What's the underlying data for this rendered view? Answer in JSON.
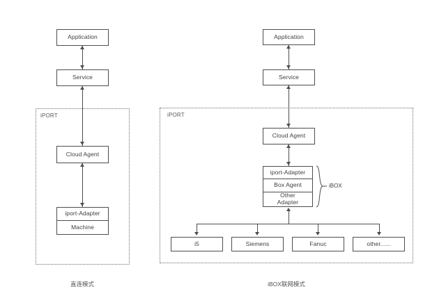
{
  "diagram": {
    "background": "#ffffff",
    "stroke_color": "#4d4d4d",
    "text_color": "#3f3f3f",
    "dashed_color": "#6b6b6b"
  },
  "left_panel": {
    "caption": "直连模式",
    "group_label": "iPORT",
    "nodes": {
      "application": "Application",
      "service": "Service",
      "cloud_agent": "Cloud Agent",
      "iport_adapter": "iport-Adapter",
      "machine": "Machine"
    }
  },
  "right_panel": {
    "caption": "iBOX联网模式",
    "group_label": "iPORT",
    "brace_label": "iBOX",
    "nodes": {
      "application": "Application",
      "service": "Service",
      "cloud_agent": "Cloud Agent",
      "iport_adapter": "iport-Adapter",
      "box_agent": "Box Agent",
      "other_adapter": "Other\nAdapter"
    },
    "devices": [
      "i5",
      "Siemens",
      "Fanuc",
      "other......"
    ]
  }
}
